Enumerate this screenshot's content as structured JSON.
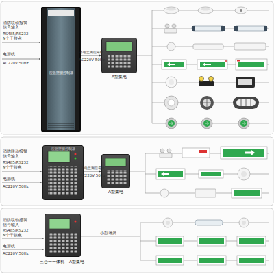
{
  "diagram": {
    "nodes": [
      {
        "text": [
          "应急照明控制器"
        ]
      },
      {
        "text": [
          "A型集电"
        ]
      },
      {
        "text": [
          "应急照明控制器"
        ]
      },
      {
        "text": [
          "A型集电"
        ]
      },
      {
        "text": [
          "三合一一体机",
          "A型集电"
        ]
      }
    ],
    "edges": [
      {
        "from": 0,
        "to": 1,
        "arrow": "to",
        "label": "市电监测信号线"
      },
      {
        "from": 2,
        "to": 3,
        "arrow": "to",
        "label": "市电监测信号线"
      }
    ],
    "labels": [
      "消防联动报警信号输入",
      "RS485/RS232",
      "N个干接点",
      "电源线",
      "AC220V 50Hz",
      "AC220V 50Hz",
      "消防联动报警信号输入",
      "RS485/RS232",
      "N个干接点",
      "电源线",
      "AC220V 50Hz",
      "AC220V 50Hz",
      "消防联动报警信号输入",
      "RS485/RS232",
      "N个干接点",
      "电源线",
      "AC220V 50Hz",
      "小型场所"
    ]
  }
}
